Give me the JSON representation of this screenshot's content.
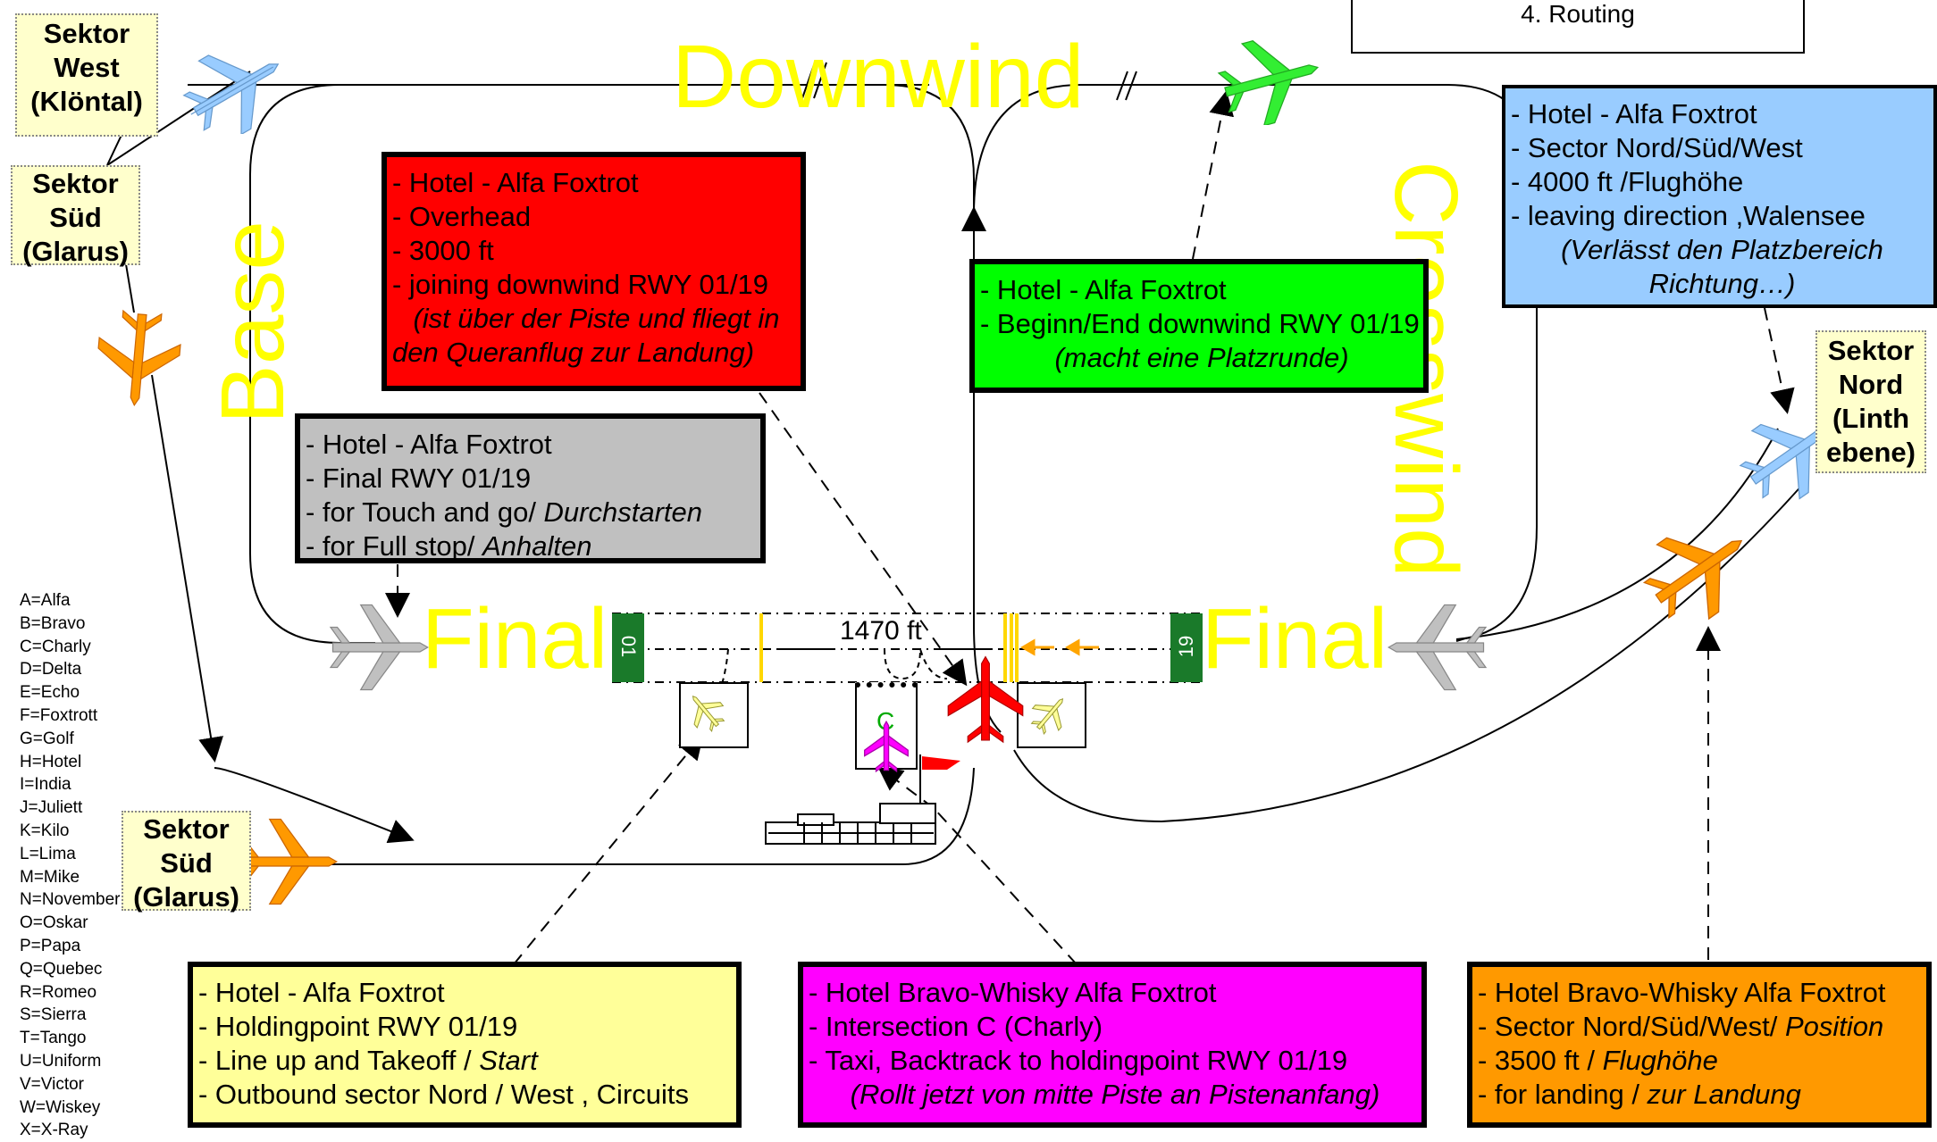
{
  "title_box": "4. Routing",
  "labels": {
    "downwind": "Downwind",
    "base": "Base",
    "crosswind": "Crosswind",
    "final_left": "Final",
    "final_right": "Final",
    "runway_length": "1470 ft",
    "rwy_01": "01",
    "rwy_19": "19",
    "intersection_c": "C"
  },
  "sectors": {
    "west": [
      "Sektor",
      "West",
      "(Klöntal)"
    ],
    "sued_top": [
      "Sektor",
      "Süd",
      "(Glarus)"
    ],
    "sued_bottom": [
      "Sektor",
      "Süd",
      "(Glarus)"
    ],
    "nord": [
      "Sektor",
      "Nord",
      "(Linth",
      "ebene)"
    ]
  },
  "boxes": {
    "red": {
      "color": "#ff0000",
      "lines": [
        "- Hotel - Alfa Foxtrot",
        "- Overhead",
        "- 3000 ft",
        "- joining downwind RWY 01/19"
      ],
      "italic": [
        "(ist über der Piste und fliegt in",
        "den Queranflug zur Landung)"
      ]
    },
    "green": {
      "color": "#00ff00",
      "lines": [
        "- Hotel - Alfa Foxtrot",
        "- Beginn/End downwind RWY 01/19"
      ],
      "italic": [
        "(macht eine Platzrunde)"
      ]
    },
    "blue": {
      "color": "#99ccff",
      "lines": [
        "- Hotel - Alfa Foxtrot",
        "- Sector Nord/Süd/West",
        "- 4000 ft /Flughöhe",
        "- leaving direction  ,Walensee"
      ],
      "italic": [
        "(Verlässt den Platzbereich",
        "Richtung…)"
      ]
    },
    "gray": {
      "color": "#c0c0c0",
      "line1": "- Hotel - Alfa Foxtrot",
      "line2": "- Final RWY 01/19",
      "line3a": "- for Touch and go/ ",
      "line3b": "Durchstarten",
      "line4a": "- for Full stop/ ",
      "line4b": "Anhalten"
    },
    "yellow": {
      "color": "#ffff99",
      "line1": "- Hotel - Alfa Foxtrot",
      "line2": "- Holdingpoint RWY 01/19",
      "line3a": "- Line up and Takeoff / ",
      "line3b": "Start",
      "line4": "- Outbound sector Nord / West , Circuits"
    },
    "magenta": {
      "color": "#ff00ff",
      "lines": [
        "- Hotel Bravo-Whisky Alfa Foxtrot",
        "- Intersection C (Charly)",
        "- Taxi, Backtrack to holdingpoint RWY 01/19"
      ],
      "italic": [
        "(Rollt jetzt von mitte Piste an Pistenanfang)"
      ]
    },
    "orange": {
      "color": "#ff9900",
      "line1": "- Hotel Bravo-Whisky Alfa Foxtrot",
      "line2a": "- Sector Nord/Süd/West/ ",
      "line2b": "Position",
      "line3a": "- 3500 ft / ",
      "line3b": "Flughöhe",
      "line4a": "- for landing / ",
      "line4b": "zur Landung"
    }
  },
  "alphabet": [
    "A=Alfa",
    "B=Bravo",
    "C=Charly",
    "D=Delta",
    "E=Echo",
    "F=Foxtrott",
    "G=Golf",
    "H=Hotel",
    "I=India",
    "J=Juliett",
    "K=Kilo",
    "L=Lima",
    "M=Mike",
    "N=November",
    "O=Oskar",
    "P=Papa",
    "Q=Quebec",
    "R=Romeo",
    "S=Sierra",
    "T=Tango",
    "U=Uniform",
    "V=Victor",
    "W=Wiskey",
    "X=X-Ray"
  ],
  "colors": {
    "circuit_text": "#ffff00",
    "runway_marker": "#1a7a2a"
  },
  "icons": [
    "airplane-icon",
    "tower-building-icon",
    "windsock-icon"
  ]
}
